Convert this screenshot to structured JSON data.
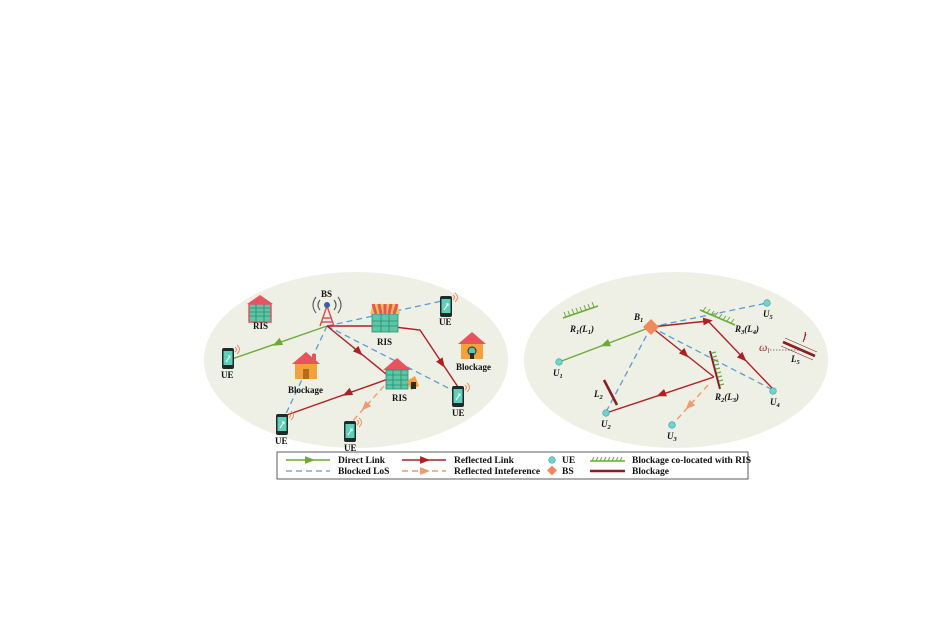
{
  "left_panel": {
    "bs_label": "BS",
    "ris_labels": [
      "RIS",
      "RIS",
      "RIS"
    ],
    "ue_labels": [
      "UE",
      "UE",
      "UE",
      "UE",
      "UE"
    ],
    "blockage_labels": [
      "Blockage",
      "Blockage"
    ]
  },
  "right_panel": {
    "bs_label": "B",
    "bs_sub": "1",
    "ue_nodes": [
      {
        "main": "U",
        "sub": "1"
      },
      {
        "main": "U",
        "sub": "2"
      },
      {
        "main": "U",
        "sub": "3"
      },
      {
        "main": "U",
        "sub": "4"
      },
      {
        "main": "U",
        "sub": "5"
      }
    ],
    "ris_nodes": [
      {
        "main": "R",
        "sub": "1",
        "paren_main": "L",
        "paren_sub": "1"
      },
      {
        "main": "R",
        "sub": "2",
        "paren_main": "L",
        "paren_sub": "3"
      },
      {
        "main": "R",
        "sub": "3",
        "paren_main": "L",
        "paren_sub": "4"
      }
    ],
    "blockage_nodes": [
      {
        "main": "L",
        "sub": "2"
      },
      {
        "main": "L",
        "sub": "5"
      }
    ],
    "angle_symbol": "ω",
    "angle_sub": "l",
    "length_symbol": "l"
  },
  "legend": {
    "direct_link": "Direct Link",
    "blocked_los": "Blocked LoS",
    "reflected_link": "Reflected Link",
    "reflected_interference": "Reflected Inteference",
    "ue": "UE",
    "bs": "BS",
    "blockage_ris": "Blockage co-located with RIS",
    "blockage": "Blockage"
  },
  "colors": {
    "direct": "#6aab35",
    "blocked": "#5b9bd5",
    "reflected": "#b01f24",
    "interference": "#f2996b",
    "ue_node": "#6fd4d0",
    "bs_node": "#f08a5d",
    "ris_hatch": "#6aab35",
    "blockage_bar": "#8b1e24",
    "ellipse": "#eef0e6"
  }
}
